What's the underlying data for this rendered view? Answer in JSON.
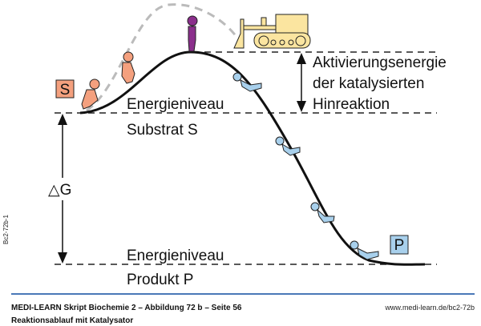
{
  "diagram": {
    "substrate_box": "S",
    "product_box": "P",
    "activation_label": [
      "Aktivierungsenergie",
      "der katalysierten",
      "Hinreaktion"
    ],
    "substrate_level": [
      "Energieniveau",
      "Substrat S"
    ],
    "product_level": [
      "Energieniveau",
      "Produkt P"
    ],
    "delta_g": "△G",
    "side_code": "Bc2-72b-1",
    "colors": {
      "substrate": "#f4a07e",
      "product": "#a8d0ec",
      "figure_top": "#8b2f8c",
      "bulldozer": "#fbe5a0",
      "rule": "#4a78b8"
    }
  },
  "footer": {
    "title": "MEDI-LEARN Skript Biochemie 2 – Abbildung 72 b – Seite 56",
    "subtitle": "Reaktionsablauf mit Katalysator",
    "url": "www.medi-learn.de/bc2-72b"
  }
}
